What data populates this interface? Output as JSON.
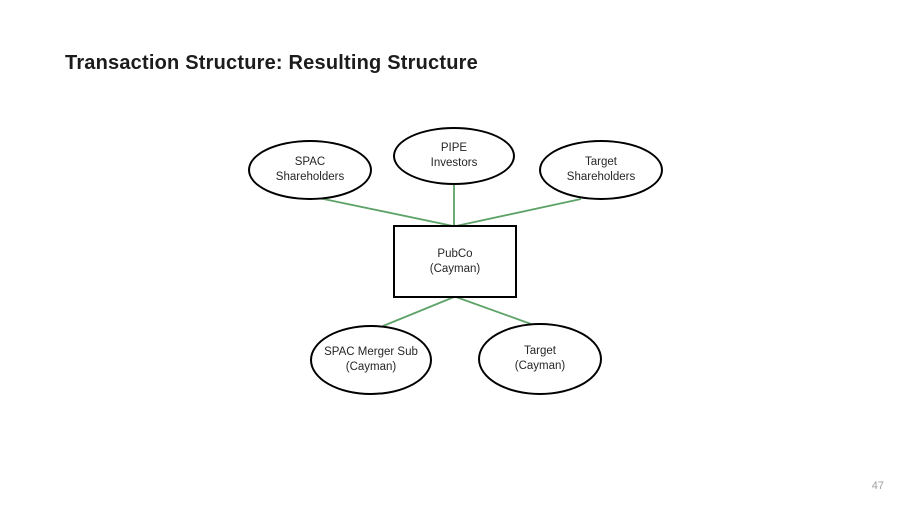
{
  "header": {
    "title": "Transaction Structure: Resulting Structure"
  },
  "diagram": {
    "connector_color": "#5da368",
    "border_color": "#000000",
    "nodes": {
      "spac_shareholders": {
        "line1": "SPAC",
        "line2": "Shareholders"
      },
      "pipe_investors": {
        "line1": "PIPE",
        "line2": "Investors"
      },
      "target_shareholders": {
        "line1": "Target",
        "line2": "Shareholders"
      },
      "pubco": {
        "line1": "PubCo",
        "line2": "(Cayman)"
      },
      "spac_merger_sub": {
        "line1": "SPAC Merger Sub",
        "line2": "(Cayman)"
      },
      "target": {
        "line1": "Target",
        "line2": "(Cayman)"
      }
    },
    "edges": [
      {
        "from": "spac_shareholders",
        "to": "pubco"
      },
      {
        "from": "pipe_investors",
        "to": "pubco"
      },
      {
        "from": "target_shareholders",
        "to": "pubco"
      },
      {
        "from": "pubco",
        "to": "spac_merger_sub"
      },
      {
        "from": "pubco",
        "to": "target"
      }
    ]
  },
  "footer": {
    "page_number": "47"
  }
}
